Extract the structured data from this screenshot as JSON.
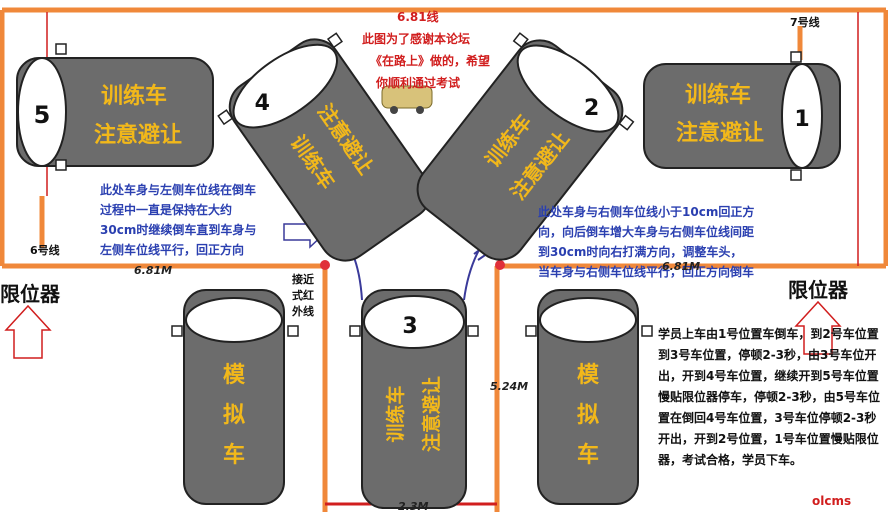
{
  "lines": {
    "line_681_top": "6.81线",
    "line_7": "7号线",
    "line_6": "6号线",
    "dim_681_left": "6.81M",
    "dim_681_right": "6.81M",
    "dim_524": "5.24M",
    "dim_23": "2.3M"
  },
  "credits": [
    "此图为了感谢本论坛",
    "《在路上》做的，希望",
    "你顺利通过考试"
  ],
  "cars": {
    "car1": {
      "number": "1",
      "line1": "训练车",
      "line2": "注意避让"
    },
    "car2": {
      "number": "2",
      "line1": "训练车",
      "line2": "注意避让"
    },
    "car3": {
      "number": "3",
      "line1": "训练车",
      "line2": "注意避让"
    },
    "car4": {
      "number": "4",
      "line1": "训练车",
      "line2": "注意避让"
    },
    "car5": {
      "number": "5",
      "line1": "训练车",
      "line2": "注意避让"
    },
    "sim_left": {
      "chars": [
        "模",
        "拟",
        "车"
      ]
    },
    "sim_right": {
      "chars": [
        "模",
        "拟",
        "车"
      ]
    }
  },
  "limiters": {
    "left": "限位器",
    "right": "限位器"
  },
  "sensor": {
    "line1": "接近",
    "line2": "式红",
    "line3": "外线"
  },
  "instructions": {
    "left": [
      "此处车身与左侧车位线在倒车",
      "过程中一直是保持在大约",
      "30cm时继续倒车直到车身与",
      "左侧车位线平行，回正方向"
    ],
    "right": [
      "此处车身与右侧车位线小于10cm回正方",
      "向，向后倒车增大车身与右侧车位线间距",
      "到30cm时向右打满方向，调整车头，",
      "当车身与右侧车位线平行，回正方向倒车"
    ]
  },
  "procedure": "学员上车由1号位置车倒车，到2号车位置到3号车位置，停顿2-3秒，由3号车位开出，开到4号车位置，继续开到5号车位置慢贴限位器停车，停顿2-3秒，由5号车位置在倒回4号车位置，3号车位停顿2-3秒开出，开到2号位置，1号车位置慢贴限位器，考试合格，学员下车。",
  "watermark": "olcms",
  "colors": {
    "boundary": "#f0883a",
    "car_body": "#6c6c6c",
    "car_text": "#f2b81a",
    "blue_text": "#2a3fb0",
    "red_text": "#d11e1e"
  }
}
